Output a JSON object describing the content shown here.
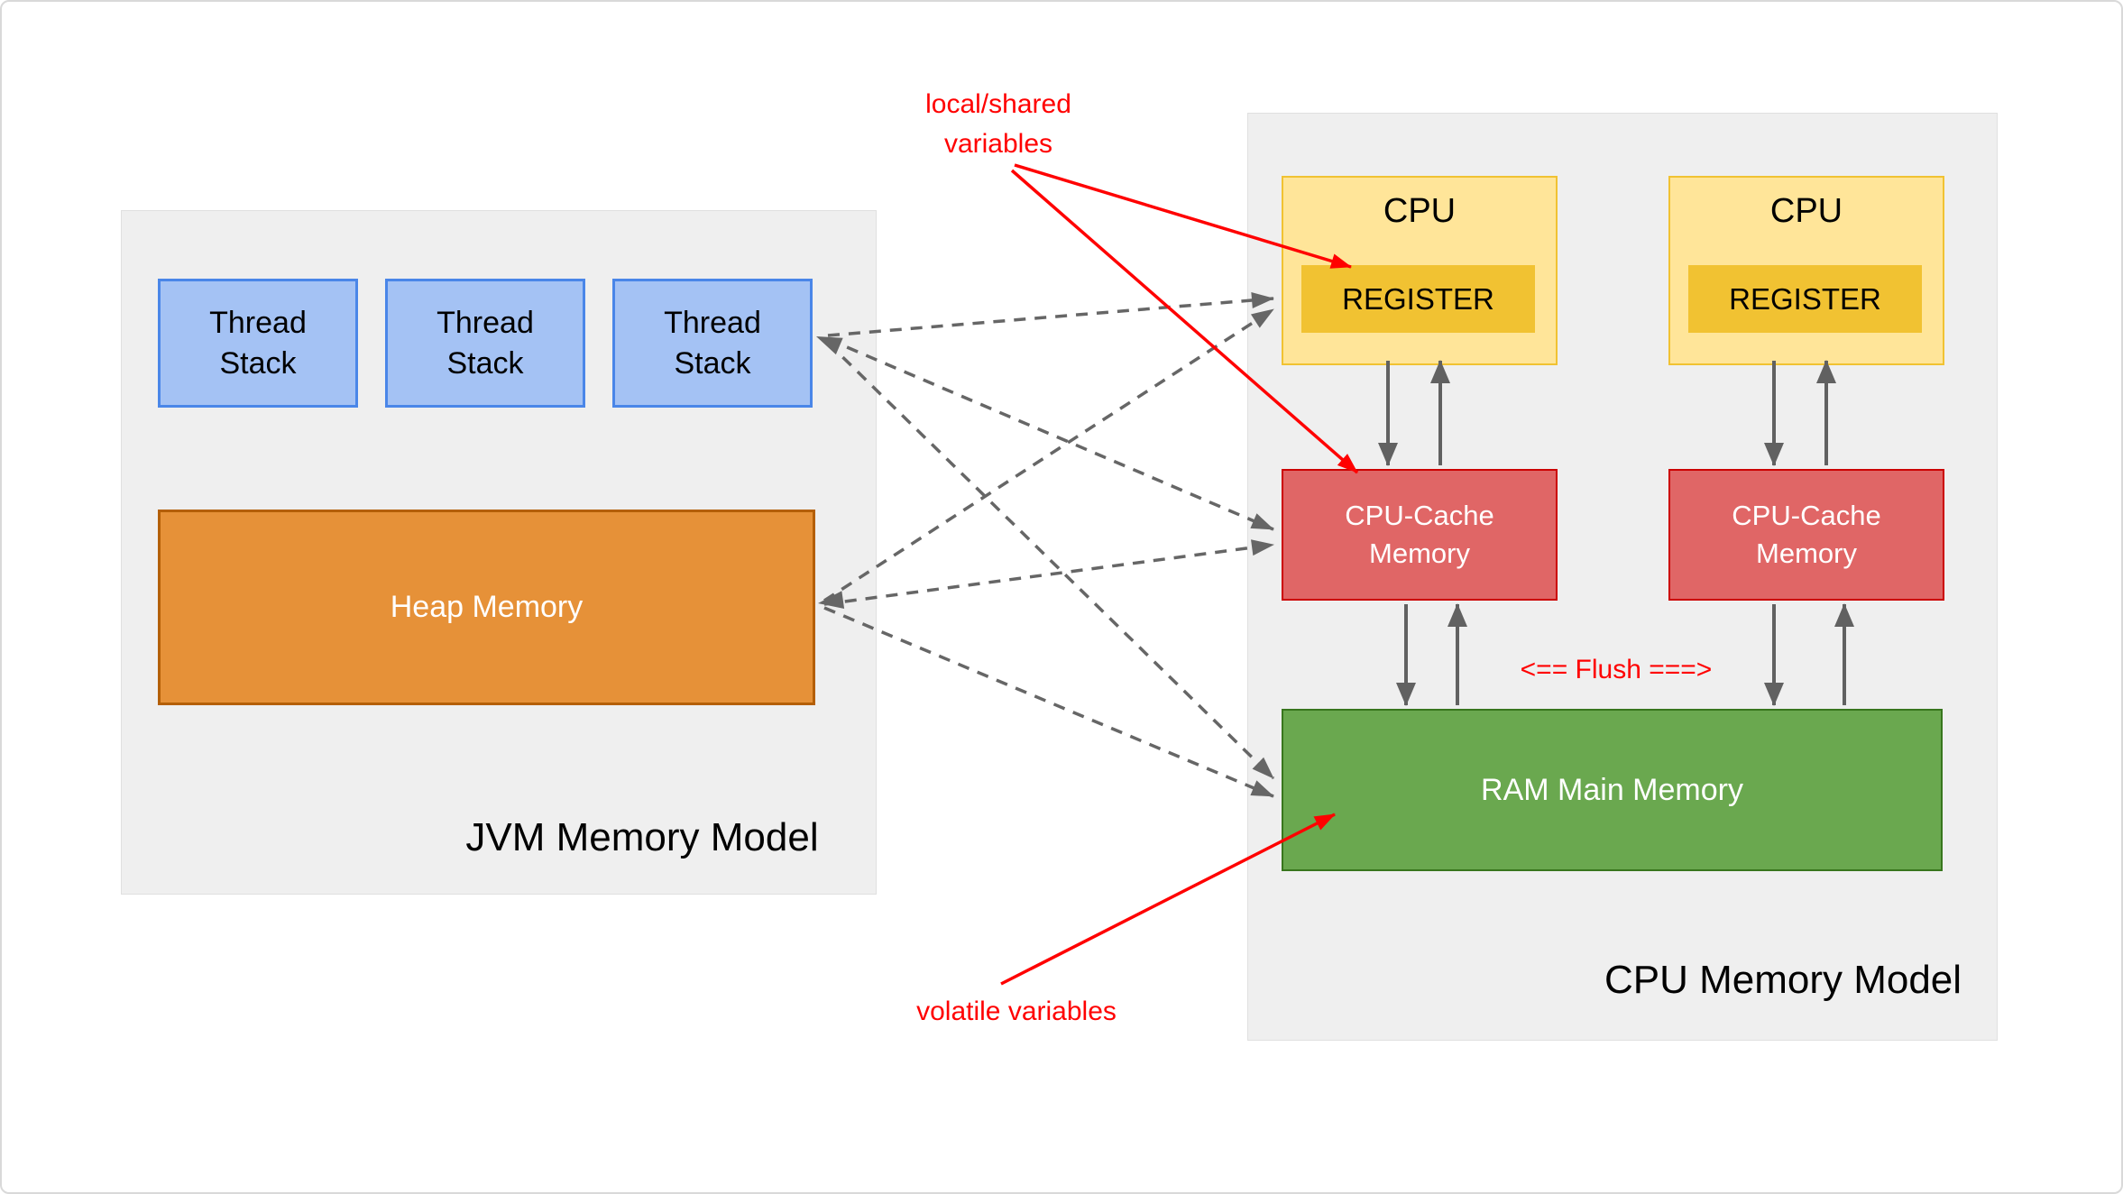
{
  "jvm_panel": {
    "title": "JVM Memory Model",
    "thread_stacks": [
      {
        "label": "Thread\nStack"
      },
      {
        "label": "Thread\nStack"
      },
      {
        "label": "Thread\nStack"
      }
    ],
    "heap": {
      "label": "Heap Memory"
    }
  },
  "cpu_panel": {
    "title": "CPU Memory Model",
    "cpus": [
      {
        "label": "CPU",
        "register_label": "REGISTER"
      },
      {
        "label": "CPU",
        "register_label": "REGISTER"
      }
    ],
    "caches": [
      {
        "label": "CPU-Cache\nMemory"
      },
      {
        "label": "CPU-Cache\nMemory"
      }
    ],
    "ram": {
      "label": "RAM Main Memory"
    },
    "flush_label": "<== Flush ===>"
  },
  "annotations": {
    "local_shared": "local/shared\nvariables",
    "volatile": "volatile variables"
  },
  "colors": {
    "panel_bg": "#efefef",
    "thread_fill": "#a4c2f4",
    "thread_border": "#4a86e8",
    "heap_fill": "#e69138",
    "heap_border": "#b45f06",
    "cpu_fill": "#ffe599",
    "cpu_border": "#f1c232",
    "register_fill": "#f1c232",
    "cache_fill": "#e06666",
    "cache_border": "#cc0000",
    "ram_fill": "#6aa84f",
    "ram_border": "#38761d",
    "connector_gray": "#666666",
    "annotation_red": "#ff0000"
  }
}
